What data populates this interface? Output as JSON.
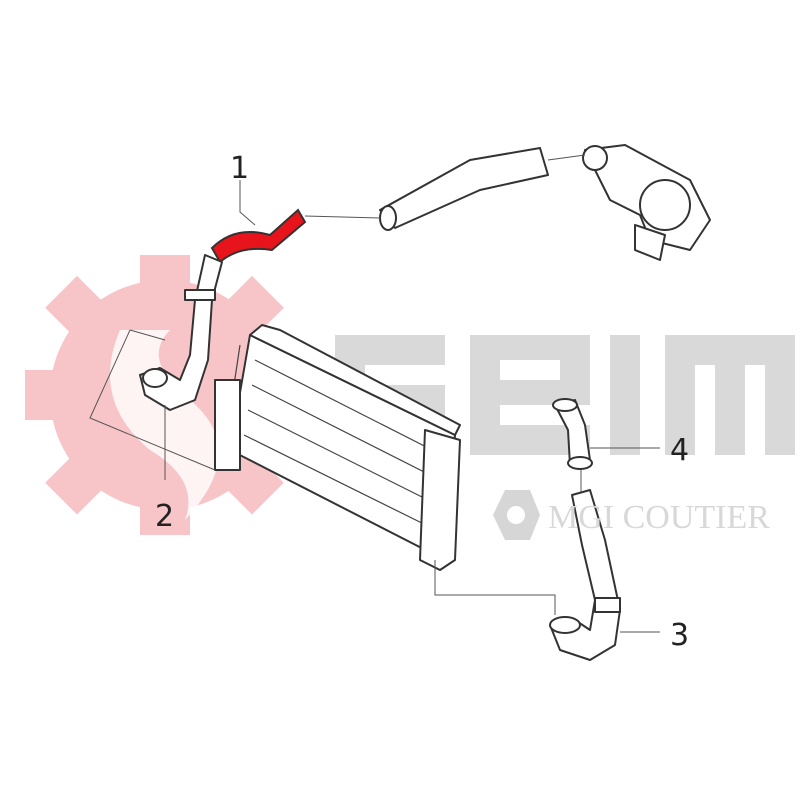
{
  "diagram": {
    "callouts": [
      {
        "id": "1",
        "label": "1",
        "highlighted": true
      },
      {
        "id": "2",
        "label": "2",
        "highlighted": false
      },
      {
        "id": "3",
        "label": "3",
        "highlighted": false
      },
      {
        "id": "4",
        "label": "4",
        "highlighted": false
      }
    ],
    "highlight_color": "#e8141c",
    "watermarks": {
      "seim_logo": "SEIM",
      "seim_gear_color": "#f7c5c8",
      "seim_text_color": "#d9d9d9",
      "mgi_logo": "MGI COUTIER"
    }
  }
}
